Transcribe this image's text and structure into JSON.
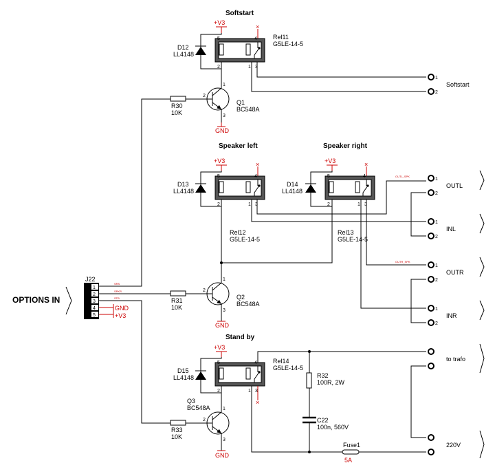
{
  "connector": {
    "label": "OPTIONS IN",
    "ref": "J22",
    "pins": [
      "1",
      "2",
      "3",
      "4",
      "5"
    ],
    "net_labels": [
      "SRS",
      "SPKR",
      "STB"
    ],
    "gnd": "GND",
    "v3": "+V3"
  },
  "softstart": {
    "title": "Softstart",
    "relay_ref": "Rel11",
    "relay_part": "G5LE-14-5",
    "diode_ref": "D12",
    "diode_part": "LL4148",
    "transistor_ref": "Q1",
    "transistor_part": "BC548A",
    "resistor_ref": "R30",
    "resistor_val": "10K",
    "supply": "+V3",
    "ground": "GND",
    "output": "Softstart",
    "pins": [
      "1",
      "2"
    ]
  },
  "speaker_left": {
    "title": "Speaker left",
    "relay_ref": "Rel12",
    "relay_part": "G5LE-14-5",
    "diode_ref": "D13",
    "diode_part": "LL4148",
    "supply": "+V3"
  },
  "speaker_right": {
    "title": "Speaker right",
    "relay_ref": "Rel13",
    "relay_part": "G5LE-14-5",
    "diode_ref": "D14",
    "diode_part": "LL4148",
    "supply": "+V3"
  },
  "speaker_driver": {
    "transistor_ref": "Q2",
    "transistor_part": "BC548A",
    "resistor_ref": "R31",
    "resistor_val": "10K",
    "ground": "GND"
  },
  "outputs": {
    "outl": "OUTL",
    "inl": "INL",
    "outr": "OUTR",
    "inr": "INR",
    "net_outl": "OUTL_SPK",
    "net_outr": "OUTR_SPK",
    "pins": [
      "1",
      "2"
    ]
  },
  "standby": {
    "title": "Stand by",
    "relay_ref": "Rel14",
    "relay_part": "G5LE-14-5",
    "diode_ref": "D15",
    "diode_part": "LL4148",
    "transistor_ref": "Q3",
    "transistor_part": "BC548A",
    "resistor_ref": "R33",
    "resistor_val": "10K",
    "r32_ref": "R32",
    "r32_val": "100R, 2W",
    "c22_ref": "C22",
    "c22_val": "100n, 560V",
    "fuse_ref": "Fuse1",
    "fuse_val": "5A",
    "supply": "+V3",
    "ground": "GND",
    "to_trafo": "to trafo",
    "mains": "220V"
  },
  "relay_pins": [
    "5",
    "4",
    "2",
    "1",
    "3"
  ],
  "transistor_pins": [
    "1",
    "2",
    "3"
  ],
  "nc_mark": "×"
}
